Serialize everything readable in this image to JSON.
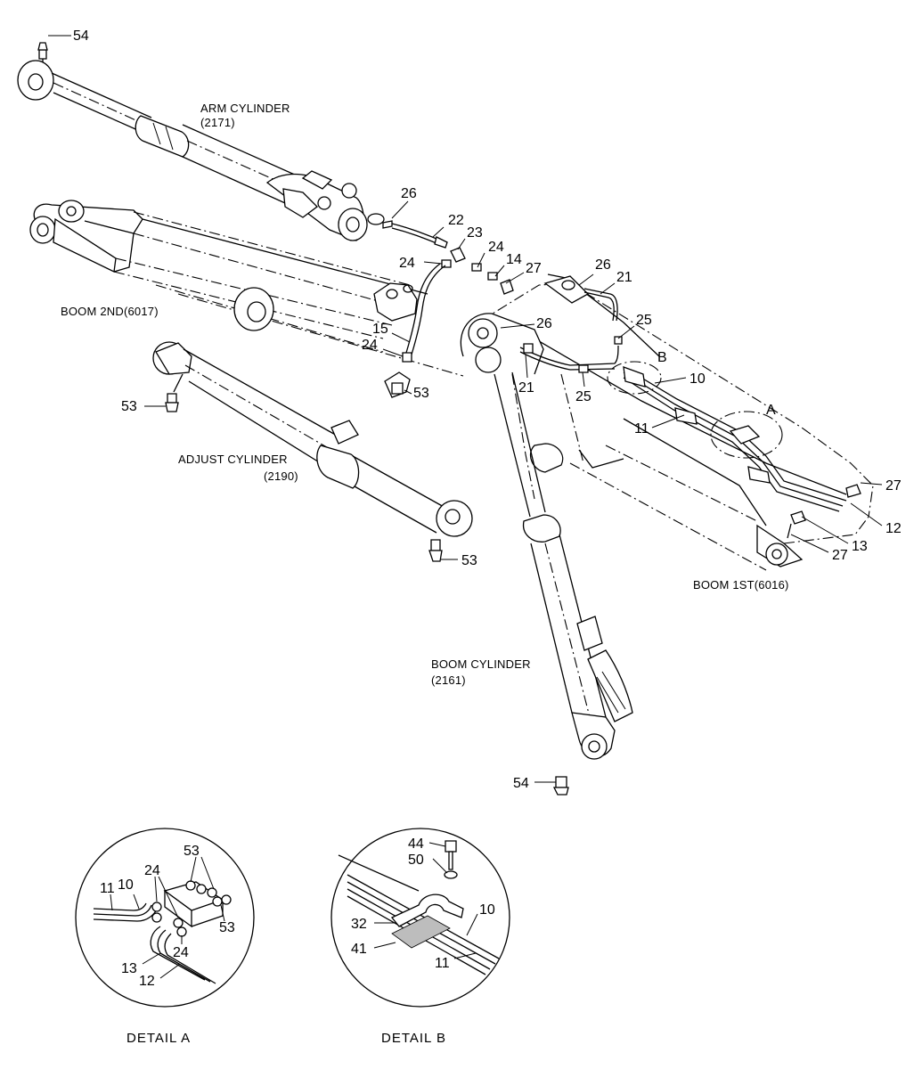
{
  "labels": {
    "arm_cylinder": "ARM CYLINDER",
    "arm_cylinder_no": "(2171)",
    "boom_2nd": "BOOM 2ND(6017)",
    "adjust_cylinder": "ADJUST CYLINDER",
    "adjust_cylinder_no": "(2190)",
    "boom_1st": "BOOM 1ST(6016)",
    "boom_cylinder": "BOOM CYLINDER",
    "boom_cylinder_no": "(2161)",
    "detail_a": "DETAIL  A",
    "detail_b": "DETAIL  B",
    "callout_a": "A",
    "callout_b": "B"
  },
  "parts": {
    "p54_top": "54",
    "p26_arm": "26",
    "p22": "22",
    "p23": "23",
    "p24_a": "24",
    "p24_b": "24",
    "p14": "14",
    "p27_top": "27",
    "p26_right": "26",
    "p21_right": "21",
    "p26_mid": "26",
    "p25_right": "25",
    "p15": "15",
    "p24_c": "24",
    "p53_mid": "53",
    "p21_mid": "21",
    "p25_mid": "25",
    "p10": "10",
    "p11": "11",
    "p53_left": "53",
    "p27_end": "27",
    "p12": "12",
    "p13": "13",
    "p27_low": "27",
    "p53_adj": "53",
    "p54_bottom": "54",
    "da_53_top": "53",
    "da_24_top": "24",
    "da_11": "11",
    "da_10": "10",
    "da_53_right": "53",
    "da_24_bottom": "24",
    "da_13": "13",
    "da_12": "12",
    "db_44": "44",
    "db_50": "50",
    "db_10": "10",
    "db_32": "32",
    "db_41": "41",
    "db_11": "11"
  }
}
